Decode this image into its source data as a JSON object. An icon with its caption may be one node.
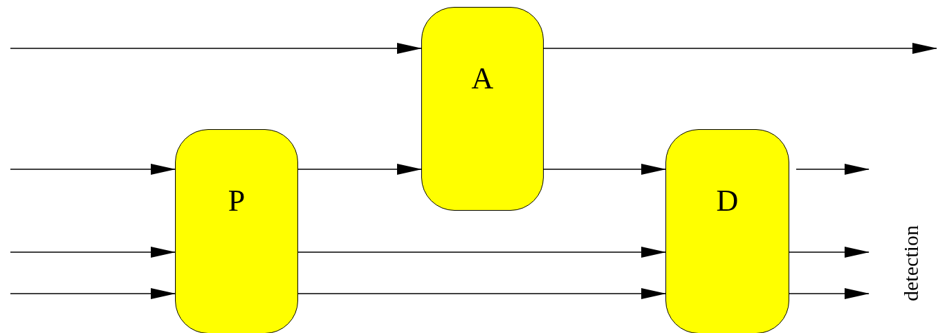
{
  "diagram": {
    "nodes": [
      {
        "text": [
          "A"
        ]
      },
      {
        "text": [
          "P"
        ]
      },
      {
        "text": [
          "D"
        ]
      }
    ],
    "edges": [
      {
        "from": null,
        "to": 0,
        "arrow": "to"
      },
      {
        "from": 0,
        "to": null,
        "arrow": "to"
      },
      {
        "from": null,
        "to": 1,
        "arrow": "to"
      },
      {
        "from": null,
        "to": 1,
        "arrow": "to"
      },
      {
        "from": null,
        "to": 1,
        "arrow": "to"
      },
      {
        "from": 1,
        "to": 0,
        "arrow": "to"
      },
      {
        "from": 0,
        "to": 2,
        "arrow": "to"
      },
      {
        "from": 1,
        "to": 2,
        "arrow": "to"
      },
      {
        "from": 1,
        "to": 2,
        "arrow": "to"
      },
      {
        "from": 2,
        "to": null,
        "arrow": "to"
      },
      {
        "from": 2,
        "to": null,
        "arrow": "to"
      },
      {
        "from": 2,
        "to": null,
        "arrow": "to"
      }
    ],
    "labels": [
      "detection"
    ]
  }
}
